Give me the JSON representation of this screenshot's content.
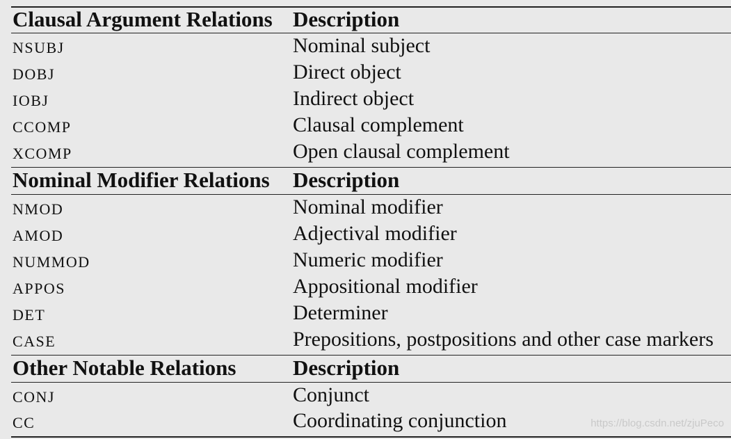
{
  "sections": [
    {
      "header": "Clausal Argument Relations",
      "header_desc": "Description",
      "rows": [
        {
          "rel": "NSUBJ",
          "desc": "Nominal subject"
        },
        {
          "rel": "DOBJ",
          "desc": "Direct object"
        },
        {
          "rel": "IOBJ",
          "desc": "Indirect object"
        },
        {
          "rel": "CCOMP",
          "desc": "Clausal complement"
        },
        {
          "rel": "XCOMP",
          "desc": "Open clausal complement"
        }
      ]
    },
    {
      "header": "Nominal Modifier Relations",
      "header_desc": "Description",
      "rows": [
        {
          "rel": "NMOD",
          "desc": "Nominal modifier"
        },
        {
          "rel": "AMOD",
          "desc": "Adjectival modifier"
        },
        {
          "rel": "NUMMOD",
          "desc": "Numeric modifier"
        },
        {
          "rel": "APPOS",
          "desc": "Appositional modifier"
        },
        {
          "rel": "DET",
          "desc": "Determiner"
        },
        {
          "rel": "CASE",
          "desc": "Prepositions, postpositions and other case markers"
        }
      ]
    },
    {
      "header": "Other Notable Relations",
      "header_desc": "Description",
      "rows": [
        {
          "rel": "CONJ",
          "desc": "Conjunct"
        },
        {
          "rel": "CC",
          "desc": "Coordinating conjunction"
        }
      ]
    }
  ],
  "watermark": "https://blog.csdn.net/zjuPeco"
}
